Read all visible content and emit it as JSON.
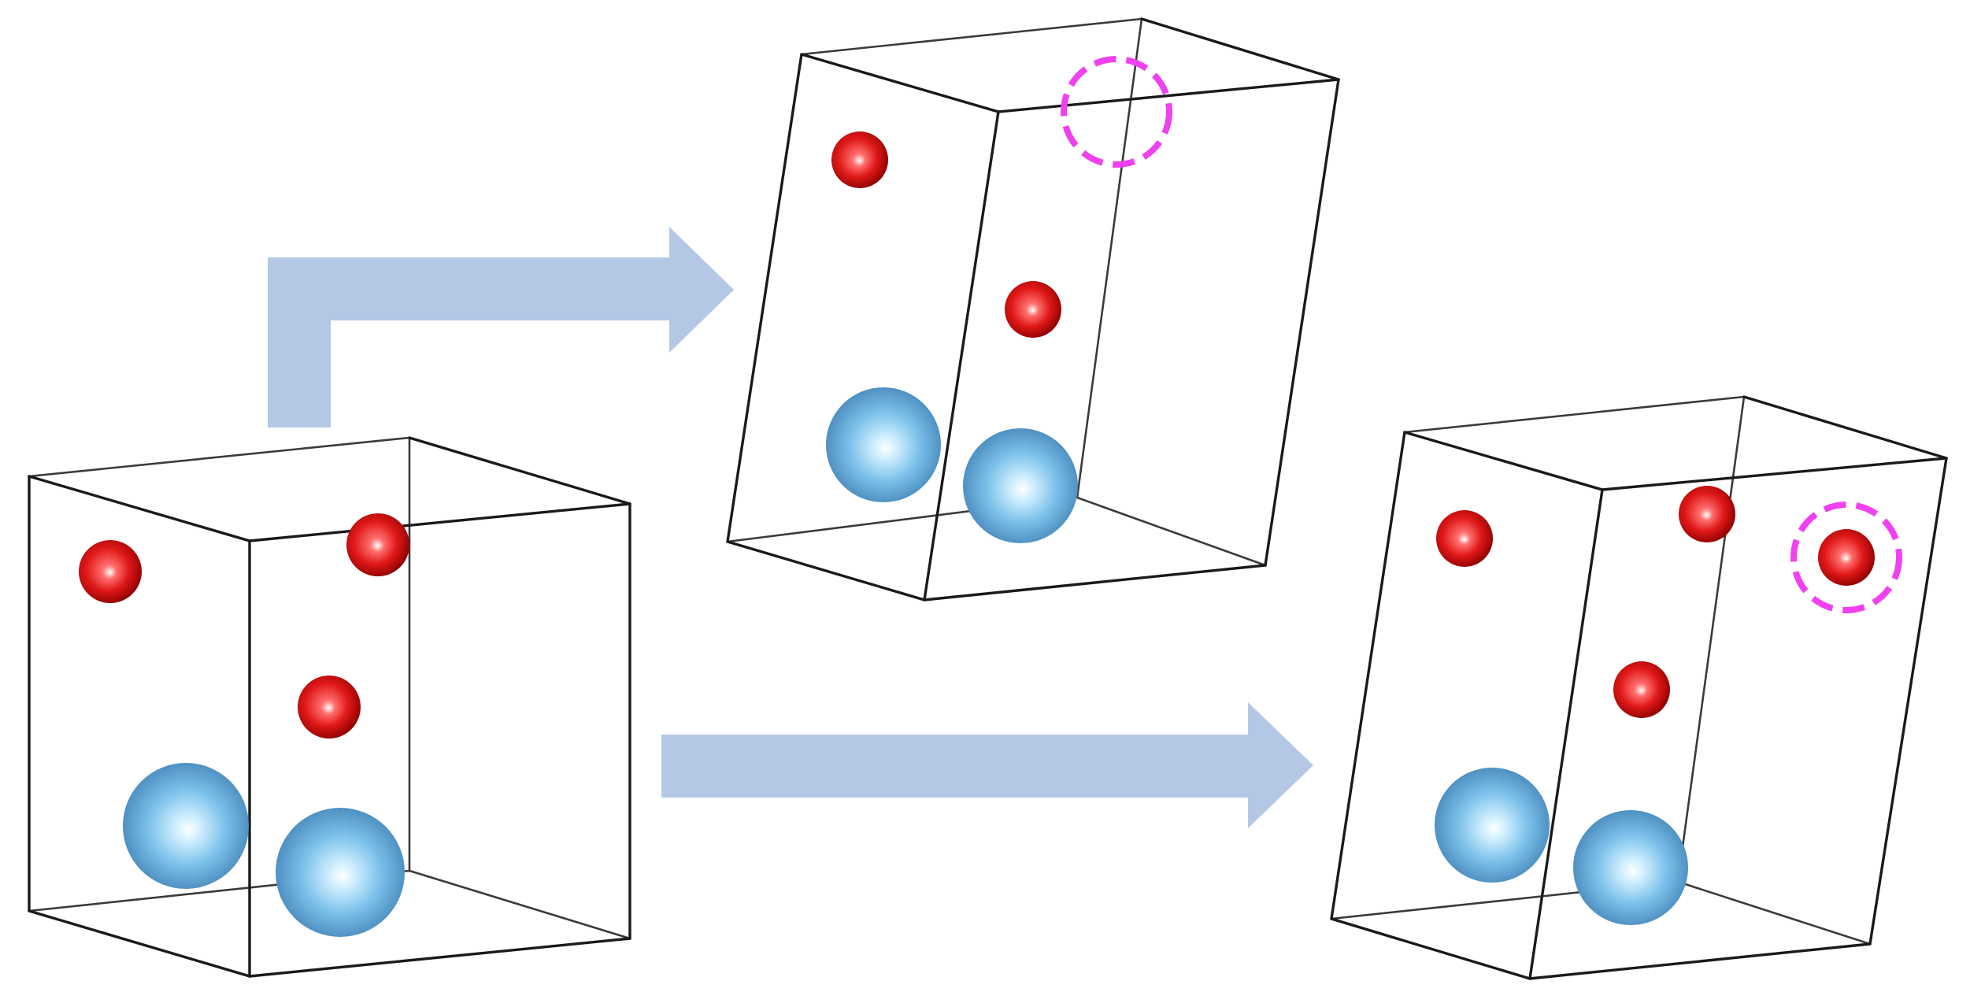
{
  "colors": {
    "background": "#ffffff",
    "cell_edge": "#1a1a1a",
    "small_atom": "#d41414",
    "large_atom": "#5fa8dc",
    "highlight_circle": "#f040f0",
    "arrow": "#b4c8e6"
  },
  "diagram": {
    "cells": [
      {
        "name": "initial-cell",
        "small_atoms": 3,
        "large_atoms": 2
      },
      {
        "name": "distorted-cell-vacancy",
        "small_atoms": 2,
        "large_atoms": 2,
        "highlight": "vacancy"
      },
      {
        "name": "distorted-cell-filled",
        "small_atoms": 4,
        "large_atoms": 2,
        "highlight": "added-atom"
      }
    ],
    "arrows": [
      {
        "name": "bent-arrow",
        "from": "initial-cell",
        "to": "distorted-cell-vacancy"
      },
      {
        "name": "straight-arrow",
        "from": "initial-cell",
        "to": "distorted-cell-filled"
      }
    ]
  }
}
